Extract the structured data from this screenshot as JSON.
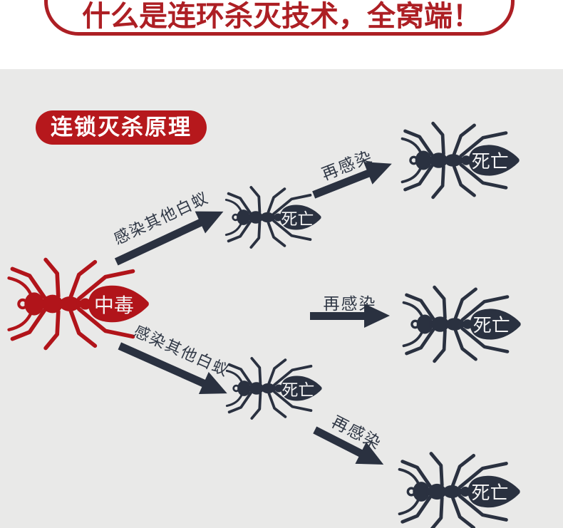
{
  "header": {
    "title": "什么是连环杀灭技术，全窝端！"
  },
  "badge": {
    "label": "连锁灭杀原理"
  },
  "colors": {
    "red": "#ad1f24",
    "badge_red": "#b6181c",
    "ant_red": "#b1141a",
    "navy": "#2a3140",
    "bg": "#e9e9e8",
    "white": "#ffffff",
    "label": "#f4f4f4"
  },
  "diagram": {
    "ants": [
      {
        "id": "source",
        "label": "中毒",
        "state": "poisoned"
      },
      {
        "id": "infected-top",
        "label": "死亡",
        "state": "dead"
      },
      {
        "id": "reinfected-top-right",
        "label": "死亡",
        "state": "dead"
      },
      {
        "id": "reinfected-middle-right",
        "label": "死亡",
        "state": "dead"
      },
      {
        "id": "infected-bottom",
        "label": "死亡",
        "state": "dead"
      },
      {
        "id": "reinfected-bottom-right",
        "label": "死亡",
        "state": "dead"
      }
    ],
    "arrows": [
      {
        "label": "感染其他白蚁",
        "from": "source",
        "to": "infected-top"
      },
      {
        "label": "再感染",
        "from": "infected-top",
        "to": "reinfected-top-right"
      },
      {
        "label": "再感染",
        "from": "source",
        "to": "reinfected-middle-right"
      },
      {
        "label": "感染其他白蚁",
        "from": "source",
        "to": "infected-bottom"
      },
      {
        "label": "再感染",
        "from": "infected-bottom",
        "to": "reinfected-bottom-right"
      }
    ]
  }
}
